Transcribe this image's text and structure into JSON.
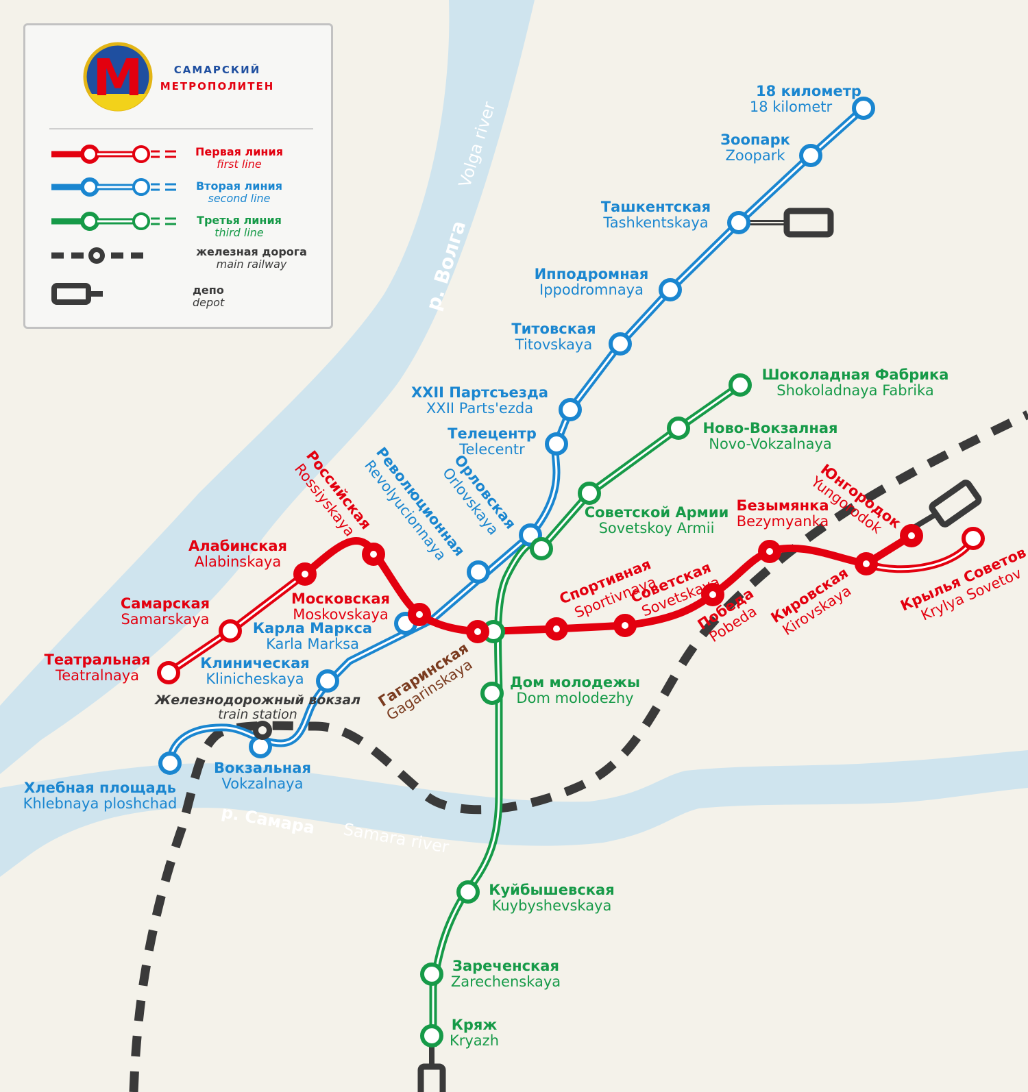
{
  "title": {
    "line1": "САМАРСКИЙ",
    "line2": "МЕТРОПОЛИТЕН",
    "logo_letter": "M"
  },
  "colors": {
    "red": "#e3000f",
    "blue": "#1a86d0",
    "green": "#169a48",
    "rail": "#3a3a3a",
    "water": "#cfe4ee",
    "land": "#f4f2ea"
  },
  "legend": {
    "first_ru": "Первая линия",
    "first_en": "first line",
    "second_ru": "Вторая линия",
    "second_en": "second line",
    "third_ru": "Третья линия",
    "third_en": "third line",
    "rail_ru": "железная дорога",
    "rail_en": "main railway",
    "depot_ru": "депо",
    "depot_en": "depot"
  },
  "rivers": {
    "volga_ru": "р. Волга",
    "volga_en": "Volga river",
    "samara_ru": "р. Самара",
    "samara_en": "Samara river"
  },
  "stations": {
    "km18": {
      "ru": "18 километр",
      "en": "18 kilometr"
    },
    "zoopark": {
      "ru": "Зоопарк",
      "en": "Zoopark"
    },
    "tashkent": {
      "ru": "Ташкентская",
      "en": "Tashkentskaya"
    },
    "ippodrom": {
      "ru": "Ипподромная",
      "en": "Ippodromnaya"
    },
    "titov": {
      "ru": "Титовская",
      "en": "Titovskaya"
    },
    "xxii": {
      "ru": "XXII Партсъезда",
      "en": "XXII Parts'ezda"
    },
    "telecentr": {
      "ru": "Телецентр",
      "en": "Telecentr"
    },
    "orlov": {
      "ru": "Орловская",
      "en": "Orlovskaya"
    },
    "revol": {
      "ru": "Революционная",
      "en": "Revolyucionnaya"
    },
    "rossiy": {
      "ru": "Российская",
      "en": "Rossiyskaya"
    },
    "alabin": {
      "ru": "Алабинская",
      "en": "Alabinskaya"
    },
    "samar": {
      "ru": "Самарская",
      "en": "Samarskaya"
    },
    "teatr": {
      "ru": "Театральная",
      "en": "Teatralnaya"
    },
    "moskov": {
      "ru": "Московская",
      "en": "Moskovskaya"
    },
    "karla": {
      "ru": "Карла Маркса",
      "en": "Karla Marksa"
    },
    "klinich": {
      "ru": "Клиническая",
      "en": "Klinicheskaya"
    },
    "zhd": {
      "ru": "Железнодорожный вокзал",
      "en": "train station"
    },
    "vokzal": {
      "ru": "Вокзальная",
      "en": "Vokzalnaya"
    },
    "khleb": {
      "ru": "Хлебная площадь",
      "en": "Khlebnaya ploshchad"
    },
    "gagarin": {
      "ru": "Гагаринская",
      "en": "Gagarinskaya"
    },
    "dom": {
      "ru": "Дом молодежы",
      "en": "Dom molodezhy"
    },
    "sport": {
      "ru": "Спортивная",
      "en": "Sportivnaya"
    },
    "sovetsk": {
      "ru": "Советская",
      "en": "Sovetskaya"
    },
    "pobeda": {
      "ru": "Победа",
      "en": "Pobeda"
    },
    "bezym": {
      "ru": "Безымянка",
      "en": "Bezymyanka"
    },
    "kirov": {
      "ru": "Кировская",
      "en": "Kirovskaya"
    },
    "yungor": {
      "ru": "Юнгородок",
      "en": "Yungorodok"
    },
    "krylya": {
      "ru": "Крылья Советов",
      "en": "Krylya Sovetov"
    },
    "shokol": {
      "ru": "Шоколадная Фабрика",
      "en": "Shokoladnaya Fabrika"
    },
    "novovok": {
      "ru": "Ново-Вокзалная",
      "en": "Novo-Vokzalnaya"
    },
    "sovarm": {
      "ru": "Советской Армии",
      "en": "Sovetskoy Armii"
    },
    "kuyby": {
      "ru": "Куйбышевская",
      "en": "Kuybyshevskaya"
    },
    "zarech": {
      "ru": "Зареченская",
      "en": "Zarechenskaya"
    },
    "kryazh": {
      "ru": "Кряж",
      "en": "Kryazh"
    }
  }
}
